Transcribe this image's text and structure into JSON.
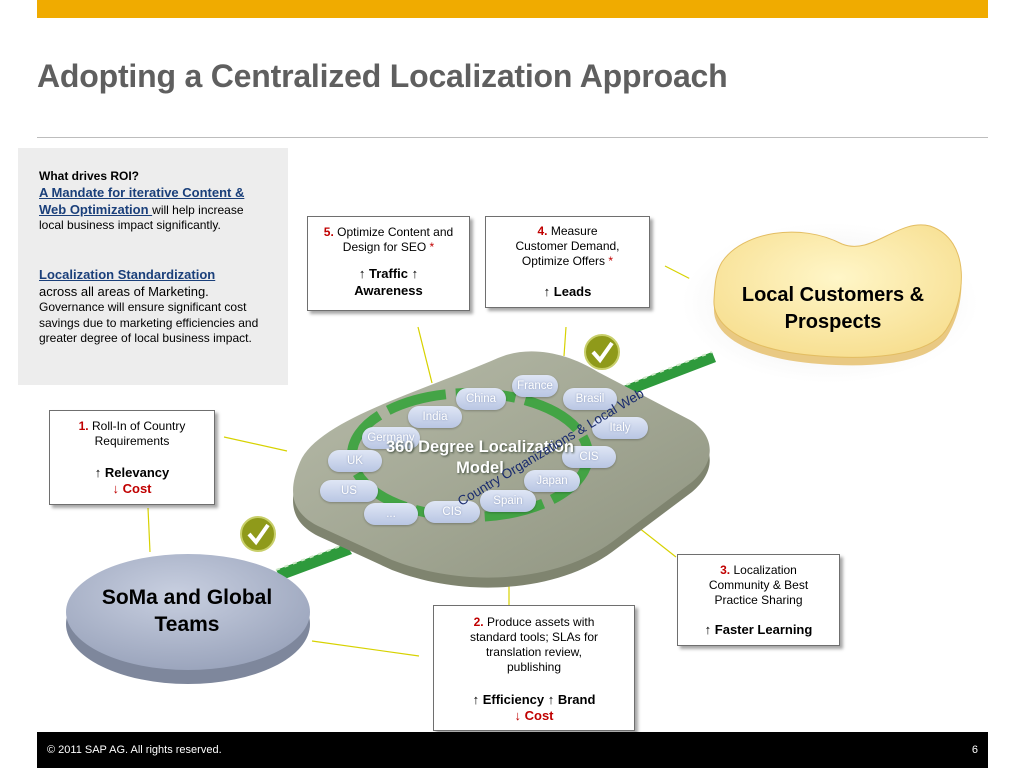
{
  "title": "Adopting a Centralized Localization Approach",
  "roi": {
    "question": "What drives ROI?",
    "mandate_link": "A Mandate for iterative Content & Web Optimization ",
    "mandate_text": "will help increase local business impact significantly.",
    "standard_link": "Localization Standardization",
    "standard_lead": "across all areas of Marketing.",
    "standard_text": "Governance will ensure significant cost savings due to marketing efficiencies and greater degree of local business impact."
  },
  "steps": {
    "s1": {
      "num": "1.",
      "text": "Roll-In of Country Requirements",
      "r1": "↑ Relevancy",
      "r2": "↓ Cost"
    },
    "s2": {
      "num": "2.",
      "text": "Produce assets with standard tools; SLAs for translation review, publishing",
      "r1": "↑ Efficiency ↑ Brand",
      "r2": "↓ Cost"
    },
    "s3": {
      "num": "3.",
      "text": "Localization Community & Best Practice Sharing",
      "r1": "↑ Faster Learning"
    },
    "s4": {
      "num": "4.",
      "text": "Measure Customer Demand, Optimize Offers",
      "star": "*",
      "r1": "↑ Leads"
    },
    "s5": {
      "num": "5.",
      "text": "Optimize Content and Design for SEO",
      "star": "*",
      "r1": "↑ Traffic ↑",
      "r2": "Awareness"
    }
  },
  "model": {
    "center": "360 Degree Localization Model",
    "arc_label": "Country Organizations & Local Web",
    "countries": [
      "France",
      "China",
      "Brasil",
      "India",
      "Italy",
      "Germany",
      "UK",
      "CIS",
      "Japan",
      "US",
      "Spain",
      "CIS",
      "..."
    ]
  },
  "customers_label": "Local Customers & Prospects",
  "soma_label": "SoMa and Global Teams",
  "colors": {
    "accent_bar": "#f0ab00",
    "highlight_red": "#c00000",
    "link_blue": "#1a3f7a",
    "arrow_green": "#2e9a3c",
    "checkmark_olive": "#8f9a1a"
  },
  "footer": {
    "copyright": "©  2011 SAP AG. All rights reserved.",
    "page": "6"
  }
}
